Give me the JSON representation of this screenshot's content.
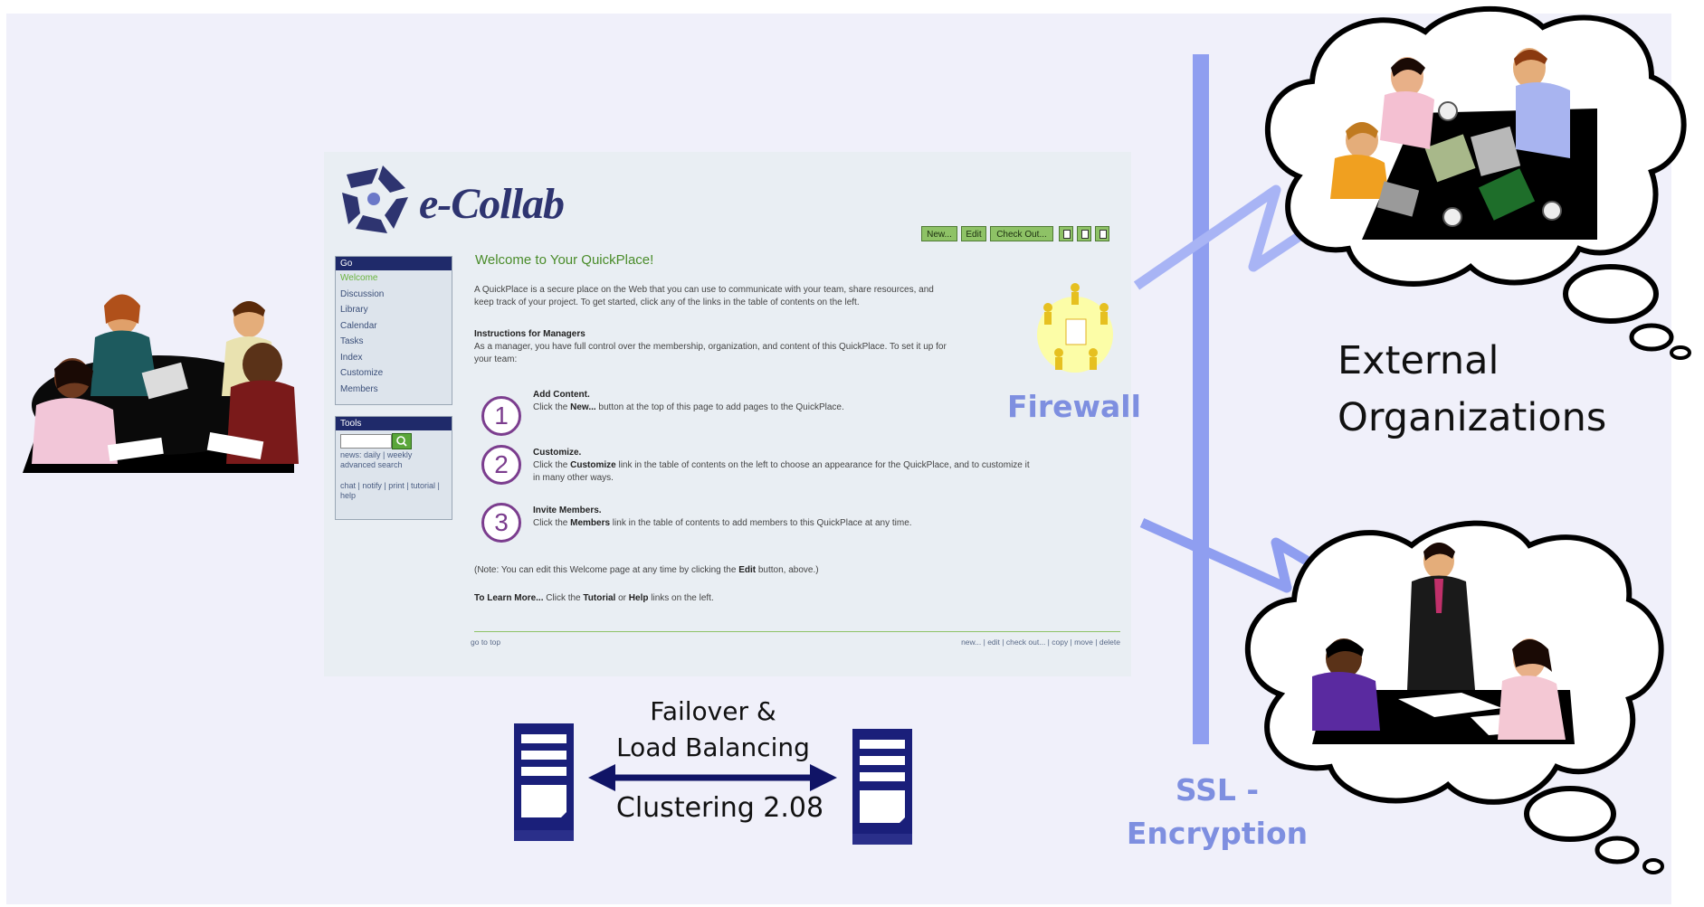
{
  "screenshot": {
    "app_name": "e-Collab",
    "toolbar": [
      "New...",
      "Edit",
      "Check Out..."
    ],
    "go_panel": {
      "header": "Go",
      "items": [
        "Welcome",
        "Discussion",
        "Library",
        "Calendar",
        "Tasks",
        "Index",
        "Customize",
        "Members"
      ]
    },
    "tools_panel": {
      "header": "Tools",
      "links_1": "news: daily | weekly",
      "links_2": "advanced search",
      "links_3": "chat | notify | print | tutorial |",
      "links_4": "help"
    },
    "welcome_title": "Welcome to Your QuickPlace!",
    "intro_1": "A QuickPlace is a secure place on the Web that you can use to communicate with your team, share resources, and",
    "intro_2": "keep track of your project. To get started, click any of the links in the table of contents on the left.",
    "mgr_title": "Instructions for Managers",
    "mgr_1": "As a manager, you have full control over the membership, organization, and content of this QuickPlace. To set it up for",
    "mgr_2": "your team:",
    "steps": [
      {
        "num": "1",
        "title": "Add Content.",
        "pre": "Click the ",
        "bold": "New...",
        "post": " button at the top of this page to add pages to the QuickPlace.",
        "post2": ""
      },
      {
        "num": "2",
        "title": "Customize.",
        "pre": "Click the ",
        "bold": "Customize",
        "post": " link in the table of contents on the left to choose an appearance for the QuickPlace, and to customize it",
        "post2": "in many other ways."
      },
      {
        "num": "3",
        "title": "Invite Members.",
        "pre": "Click the ",
        "bold": "Members",
        "post": " link in the table of contents to add members to this QuickPlace at any time.",
        "post2": ""
      }
    ],
    "note_pre": "(Note: You can edit this Welcome page at any time by clicking the ",
    "note_bold": "Edit",
    "note_post": " button, above.)",
    "learn_bold": "To Learn More...",
    "learn_mid": " Click the ",
    "learn_tutorial": "Tutorial",
    "learn_or": " or ",
    "learn_help": "Help",
    "learn_post": " links on the left.",
    "footer_left": "go to top",
    "footer_right": "new... | edit | check out... | copy | move | delete"
  },
  "labels": {
    "firewall": "Firewall",
    "external_line1": "External",
    "external_line2": "Organizations",
    "ssl_line1": "SSL -",
    "ssl_line2": "Encryption",
    "failover": "Failover &",
    "load_balancing": "Load Balancing",
    "clustering": "Clustering 2.08"
  },
  "colors": {
    "accent_blue": "#7e8fe0",
    "firewall_bar": "#8f9ef0",
    "server_navy": "#1a1f7a",
    "arrow_navy": "#101466",
    "screenshot_green": "#4a8c2a"
  }
}
